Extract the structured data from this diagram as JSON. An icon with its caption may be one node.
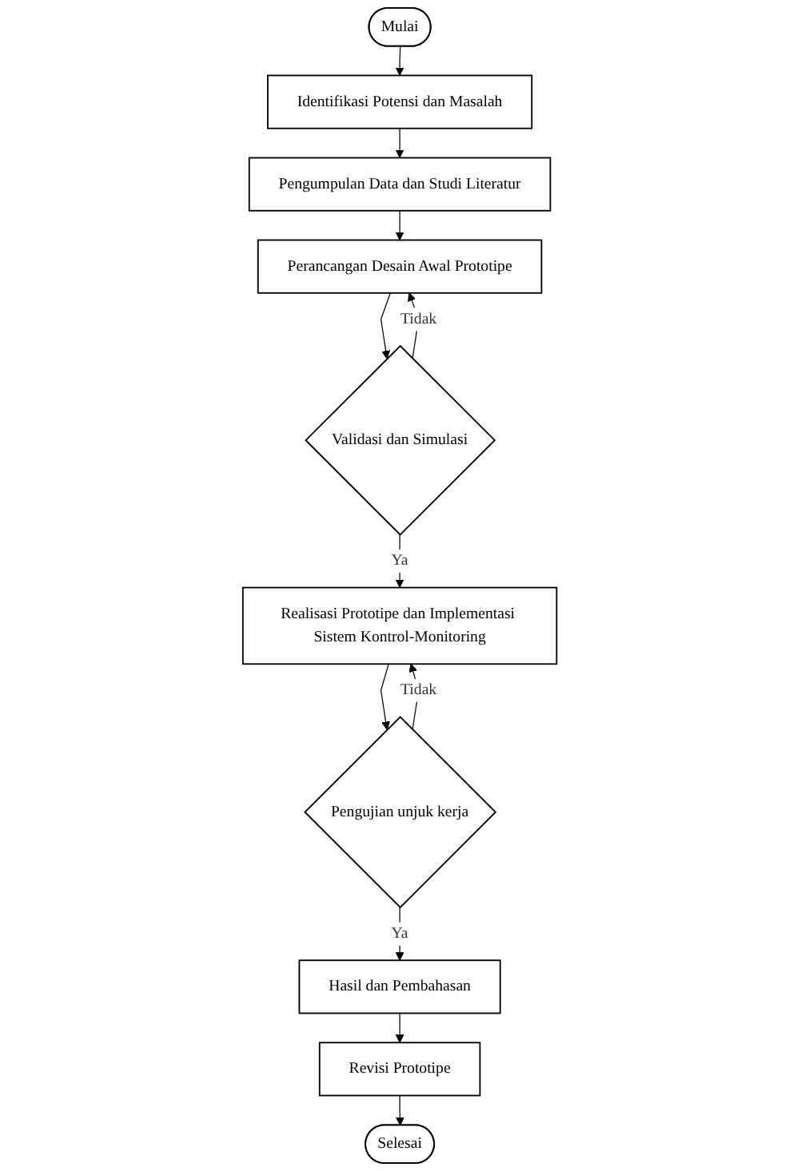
{
  "diagram": {
    "nodes": [
      {
        "text": [
          "Mulai"
        ]
      },
      {
        "text": [
          "Identifikasi Potensi dan Masalah"
        ]
      },
      {
        "text": [
          "Pengumpulan Data dan Studi Literatur"
        ]
      },
      {
        "text": [
          "Perancangan Desain Awal Prototipe"
        ]
      },
      {
        "text": [
          "Validasi dan Simulasi"
        ]
      },
      {
        "text": [
          "Realisasi Prototipe dan Implementasi Sistem Kontrol-Monitoring"
        ]
      },
      {
        "text": [
          "Pengujian unjuk kerja"
        ]
      },
      {
        "text": [
          "Hasil dan Pembahasan"
        ]
      },
      {
        "text": [
          "Revisi Prototipe"
        ]
      },
      {
        "text": [
          "Selesai"
        ]
      }
    ],
    "edges": [
      {
        "from": 0,
        "to": 1,
        "arrow": "to"
      },
      {
        "from": 1,
        "to": 2,
        "arrow": "to"
      },
      {
        "from": 2,
        "to": 3,
        "arrow": "to"
      },
      {
        "from": 3,
        "to": 4,
        "arrow": "to"
      },
      {
        "from": 4,
        "to": 3,
        "arrow": "to",
        "label": "Tidak"
      },
      {
        "from": 4,
        "to": 5,
        "arrow": "to",
        "label": "Ya"
      },
      {
        "from": 5,
        "to": 6,
        "arrow": "to"
      },
      {
        "from": 6,
        "to": 5,
        "arrow": "to",
        "label": "Tidak"
      },
      {
        "from": 6,
        "to": 7,
        "arrow": "to",
        "label": "Ya"
      },
      {
        "from": 7,
        "to": 8,
        "arrow": "to"
      },
      {
        "from": 8,
        "to": 9,
        "arrow": "to"
      }
    ]
  }
}
